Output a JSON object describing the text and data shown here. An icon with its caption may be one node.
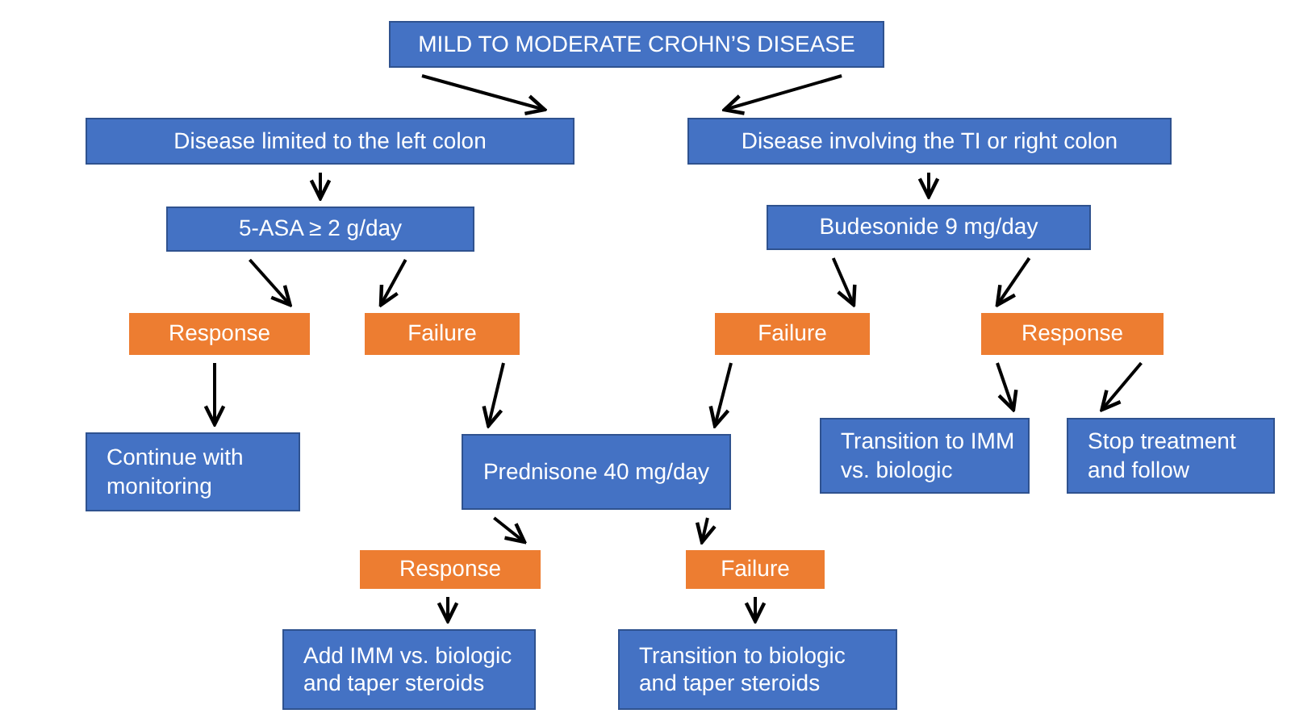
{
  "diagram": {
    "nodes": [
      {
        "text": [
          "MILD TO MODERATE CROHN’S DISEASE"
        ]
      },
      {
        "text": [
          "Disease limited to the left colon"
        ]
      },
      {
        "text": [
          "Disease involving the TI or right colon"
        ]
      },
      {
        "text": [
          "5-ASA ≥ 2 g/day"
        ]
      },
      {
        "text": [
          "Budesonide 9 mg/day"
        ]
      },
      {
        "text": [
          "Response"
        ]
      },
      {
        "text": [
          "Failure"
        ]
      },
      {
        "text": [
          "Failure"
        ]
      },
      {
        "text": [
          "Response"
        ]
      },
      {
        "text": [
          "Continue with monitoring"
        ]
      },
      {
        "text": [
          "Prednisone 40 mg/day"
        ]
      },
      {
        "text": [
          "Transition to IMM vs. biologic"
        ]
      },
      {
        "text": [
          "Stop treatment and follow"
        ]
      },
      {
        "text": [
          "Response"
        ]
      },
      {
        "text": [
          "Failure"
        ]
      },
      {
        "text": [
          "Add IMM vs. biologic and taper steroids"
        ]
      },
      {
        "text": [
          "Transition to biologic and taper steroids"
        ]
      }
    ],
    "edges": [
      {
        "from": 0,
        "to": 1,
        "arrow": "to"
      },
      {
        "from": 0,
        "to": 2,
        "arrow": "to"
      },
      {
        "from": 1,
        "to": 3,
        "arrow": "to"
      },
      {
        "from": 2,
        "to": 4,
        "arrow": "to"
      },
      {
        "from": 3,
        "to": 5,
        "arrow": "to"
      },
      {
        "from": 3,
        "to": 6,
        "arrow": "to"
      },
      {
        "from": 4,
        "to": 7,
        "arrow": "to"
      },
      {
        "from": 4,
        "to": 8,
        "arrow": "to"
      },
      {
        "from": 5,
        "to": 9,
        "arrow": "to"
      },
      {
        "from": 6,
        "to": 10,
        "arrow": "to"
      },
      {
        "from": 7,
        "to": 10,
        "arrow": "to"
      },
      {
        "from": 8,
        "to": 11,
        "arrow": "to"
      },
      {
        "from": 8,
        "to": 12,
        "arrow": "to"
      },
      {
        "from": 10,
        "to": 13,
        "arrow": "to"
      },
      {
        "from": 10,
        "to": 14,
        "arrow": "to"
      },
      {
        "from": 13,
        "to": 15,
        "arrow": "to"
      },
      {
        "from": 14,
        "to": 16,
        "arrow": "to"
      }
    ]
  }
}
